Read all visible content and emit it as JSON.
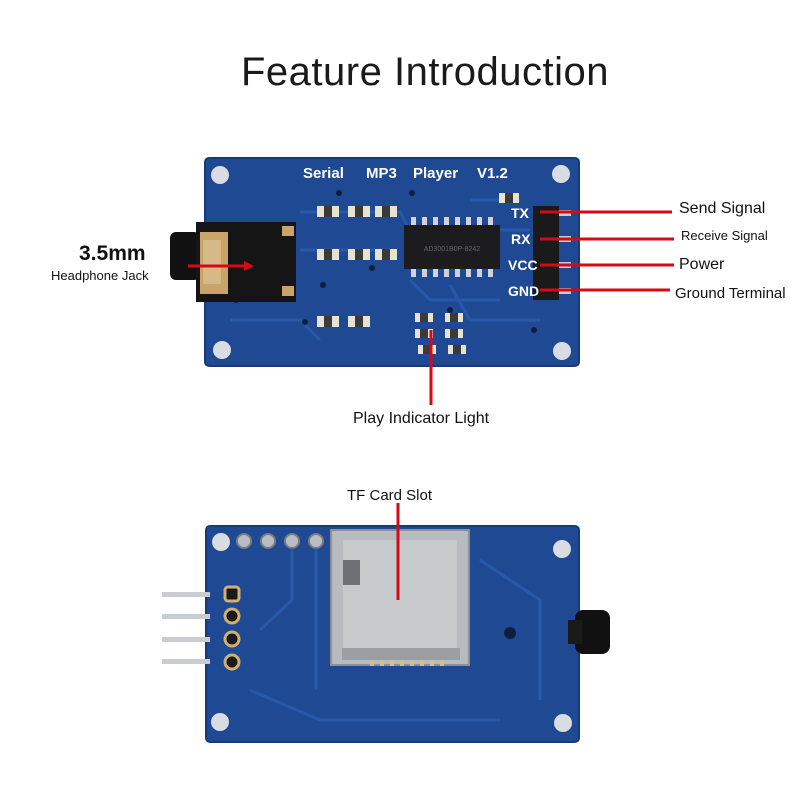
{
  "title": "Feature Introduction",
  "top_board": {
    "silkscreen": [
      "Serial",
      "MP3",
      "Player",
      "V1.2"
    ],
    "pins": [
      "TX",
      "RX",
      "VCC",
      "GND"
    ]
  },
  "labels": {
    "jack_size": "3.5mm",
    "jack_name": "Headphone Jack",
    "tx": "Send Signal",
    "rx": "Receive Signal",
    "vcc": "Power",
    "gnd": "Ground Terminal",
    "led": "Play Indicator Light",
    "tf": "TF Card Slot"
  },
  "colors": {
    "pcb": "#1f4a93",
    "pointer": "#d40a17"
  }
}
